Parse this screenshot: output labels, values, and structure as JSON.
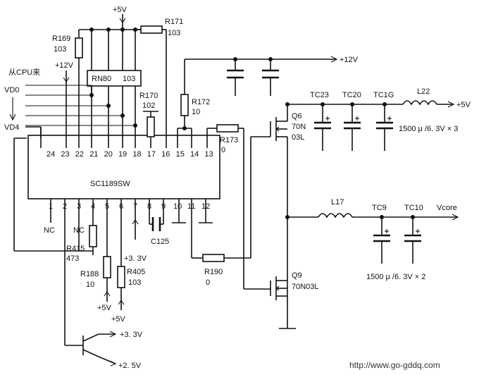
{
  "ic": {
    "name": "SC1189SW",
    "pins_top": [
      "24",
      "23",
      "22",
      "21",
      "20",
      "19",
      "18",
      "17",
      "16",
      "15",
      "14",
      "13"
    ],
    "pins_bottom": [
      "1",
      "2",
      "3",
      "4",
      "5",
      "6",
      "7",
      "8",
      "9",
      "10",
      "11",
      "12"
    ]
  },
  "resistor_network": {
    "name": "RN80",
    "value": "103"
  },
  "labels": {
    "cpu_from": "从CPU来",
    "vd0": "VD0",
    "vd4": "VD4",
    "vcc5_top": "+5V",
    "vcc12_left": "+12V",
    "vcc12_right": "+12V",
    "vout5": "+5V",
    "vcore": "Vcore",
    "nc1": "NC",
    "nc3": "NC",
    "v33_pin7": "+3. 3V",
    "v5_r188": "+5V",
    "v5_r405": "+5V",
    "v33_reg": "+3. 3V",
    "v25_reg": "+2. 5V"
  },
  "resistors": {
    "r169": {
      "name": "R169",
      "value": "103"
    },
    "r171": {
      "name": "R171",
      "value": "103"
    },
    "r170": {
      "name": "R170",
      "value": "102"
    },
    "r172": {
      "name": "R172",
      "value": "10"
    },
    "r173": {
      "name": "R173",
      "value": "0"
    },
    "r415": {
      "name": "R415",
      "value": "473"
    },
    "r188": {
      "name": "R188",
      "value": "10"
    },
    "r405": {
      "name": "R405",
      "value": "103"
    },
    "r190": {
      "name": "R190",
      "value": "0"
    }
  },
  "capacitors": {
    "c125": "C125",
    "tc23": "TC23",
    "tc20": "TC20",
    "tc16": "TC1G",
    "tc9": "TC9",
    "tc10": "TC10",
    "bank_upper": "1500 μ /6. 3V × 3",
    "bank_lower": "1500 μ /6. 3V × 2"
  },
  "inductors": {
    "l22": "L22",
    "l17": "L17"
  },
  "mosfets": {
    "q6_name": "Q6",
    "q6_part_a": "70N",
    "q6_part_b": "03L",
    "q9_name": "Q9",
    "q9_part": "70N03L"
  },
  "watermark": "http://www.go-gddq.com"
}
